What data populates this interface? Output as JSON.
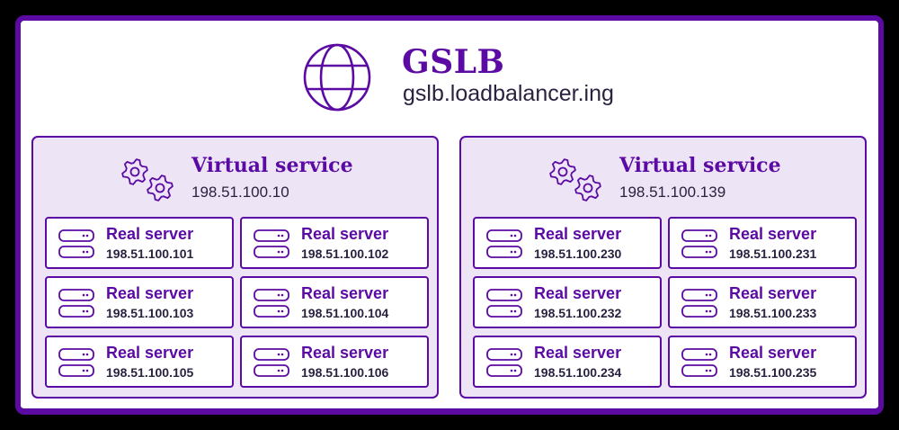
{
  "colors": {
    "accent": "#5b0aa3",
    "panel_fill": "#ede5f5",
    "card_fill": "#ffffff",
    "text_dark": "#2b2140",
    "background": "#000000"
  },
  "header": {
    "icon": "globe-icon",
    "title": "GSLB",
    "subtitle": "gslb.loadbalancer.ing"
  },
  "virtual_services": [
    {
      "icon": "gears-icon",
      "title": "Virtual service",
      "ip": "198.51.100.10",
      "real_servers": [
        {
          "icon": "server-icon",
          "title": "Real server",
          "ip": "198.51.100.101"
        },
        {
          "icon": "server-icon",
          "title": "Real server",
          "ip": "198.51.100.102"
        },
        {
          "icon": "server-icon",
          "title": "Real server",
          "ip": "198.51.100.103"
        },
        {
          "icon": "server-icon",
          "title": "Real server",
          "ip": "198.51.100.104"
        },
        {
          "icon": "server-icon",
          "title": "Real server",
          "ip": "198.51.100.105"
        },
        {
          "icon": "server-icon",
          "title": "Real server",
          "ip": "198.51.100.106"
        }
      ]
    },
    {
      "icon": "gears-icon",
      "title": "Virtual service",
      "ip": "198.51.100.139",
      "real_servers": [
        {
          "icon": "server-icon",
          "title": "Real server",
          "ip": "198.51.100.230"
        },
        {
          "icon": "server-icon",
          "title": "Real server",
          "ip": "198.51.100.231"
        },
        {
          "icon": "server-icon",
          "title": "Real server",
          "ip": "198.51.100.232"
        },
        {
          "icon": "server-icon",
          "title": "Real server",
          "ip": "198.51.100.233"
        },
        {
          "icon": "server-icon",
          "title": "Real server",
          "ip": "198.51.100.234"
        },
        {
          "icon": "server-icon",
          "title": "Real server",
          "ip": "198.51.100.235"
        }
      ]
    }
  ]
}
